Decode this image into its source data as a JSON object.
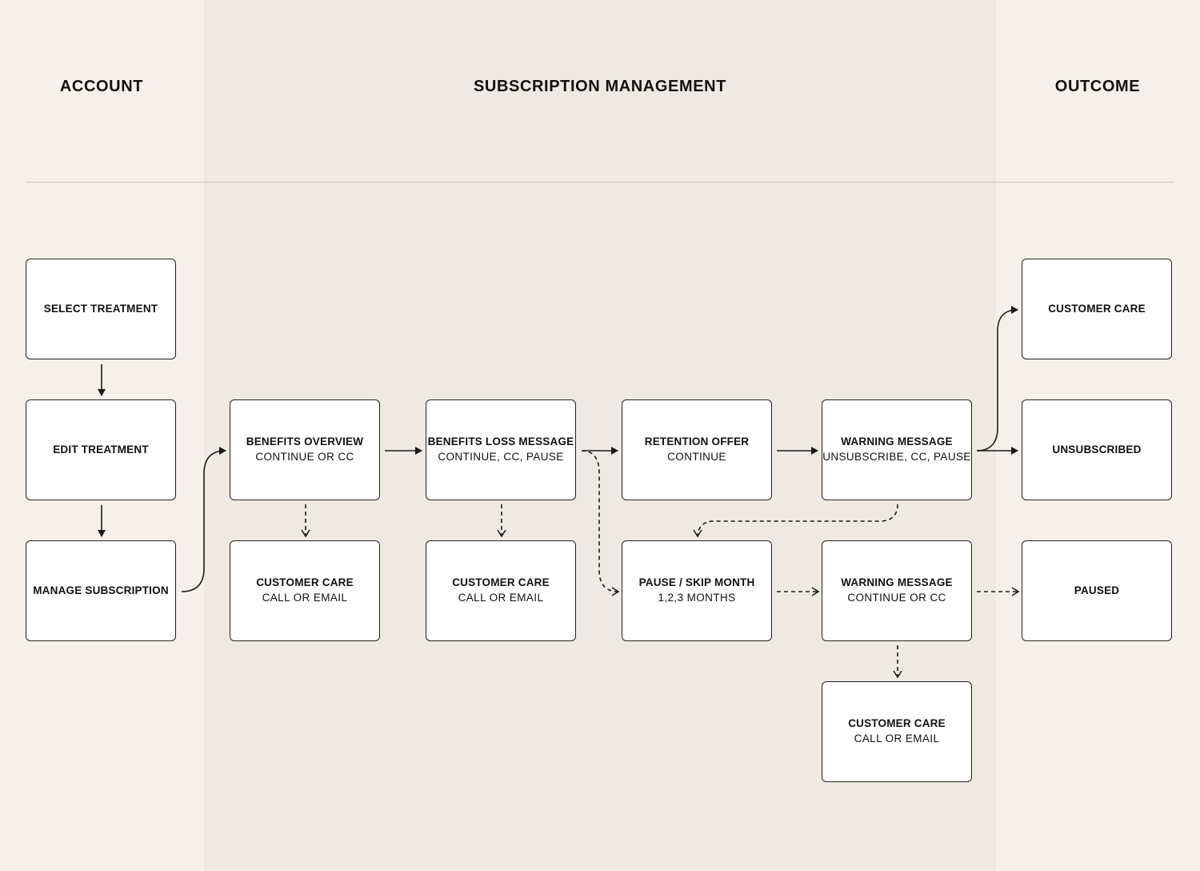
{
  "lanes": {
    "account": "ACCOUNT",
    "subscription": "SUBSCRIPTION MANAGEMENT",
    "outcome": "OUTCOME"
  },
  "nodes": {
    "select_treatment": {
      "title": "SELECT TREATMENT"
    },
    "edit_treatment": {
      "title": "EDIT TREATMENT"
    },
    "manage_subscription": {
      "title": "MANAGE SUBSCRIPTION"
    },
    "benefits_overview": {
      "title": "BENEFITS OVERVIEW",
      "subtitle": "CONTINUE OR CC"
    },
    "benefits_loss": {
      "title": "BENEFITS LOSS MESSAGE",
      "subtitle": "CONTINUE, CC, PAUSE"
    },
    "retention_offer": {
      "title": "RETENTION OFFER",
      "subtitle": "CONTINUE"
    },
    "warning_message_1": {
      "title": "WARNING MESSAGE",
      "subtitle": "UNSUBSCRIBE, CC, PAUSE"
    },
    "cc_1": {
      "title": "CUSTOMER CARE",
      "subtitle": "CALL OR EMAIL"
    },
    "cc_2": {
      "title": "CUSTOMER CARE",
      "subtitle": "CALL OR EMAIL"
    },
    "pause_skip": {
      "title": "PAUSE / SKIP MONTH",
      "subtitle": "1,2,3 MONTHS"
    },
    "warning_message_2": {
      "title": "WARNING MESSAGE",
      "subtitle": "CONTINUE OR CC"
    },
    "cc_3": {
      "title": "CUSTOMER CARE",
      "subtitle": "CALL OR EMAIL"
    },
    "outcome_cc": {
      "title": "CUSTOMER CARE"
    },
    "outcome_unsubscribed": {
      "title": "UNSUBSCRIBED"
    },
    "outcome_paused": {
      "title": "PAUSED"
    }
  }
}
